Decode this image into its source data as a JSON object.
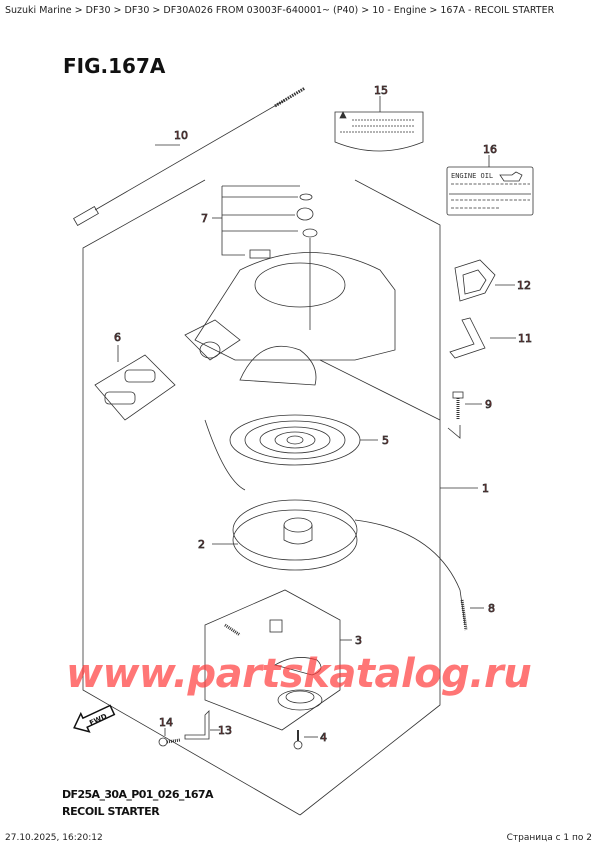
{
  "breadcrumb": "Suzuki Marine > DF30 > DF30 > DF30A026 FROM 03003F-640001~ (P40) > 10 - Engine > 167A - RECOIL STARTER",
  "figure": {
    "title": "FIG.167A",
    "code": "DF25A_30A_P01_026_167A",
    "name": "RECOIL STARTER"
  },
  "label_16": {
    "text": "ENGINE OIL"
  },
  "fwd_label": "FWD",
  "callouts": [
    "1",
    "2",
    "3",
    "4",
    "5",
    "6",
    "7",
    "8",
    "9",
    "10",
    "11",
    "12",
    "13",
    "14",
    "15",
    "16"
  ],
  "watermark": "www.partskatalog.ru",
  "footer": {
    "datetime": "27.10.2025, 16:20:12",
    "page": "Страница с 1 по 2"
  },
  "colors": {
    "callout": "#b22222",
    "watermark": "#ff3c3c",
    "line": "#333333"
  }
}
